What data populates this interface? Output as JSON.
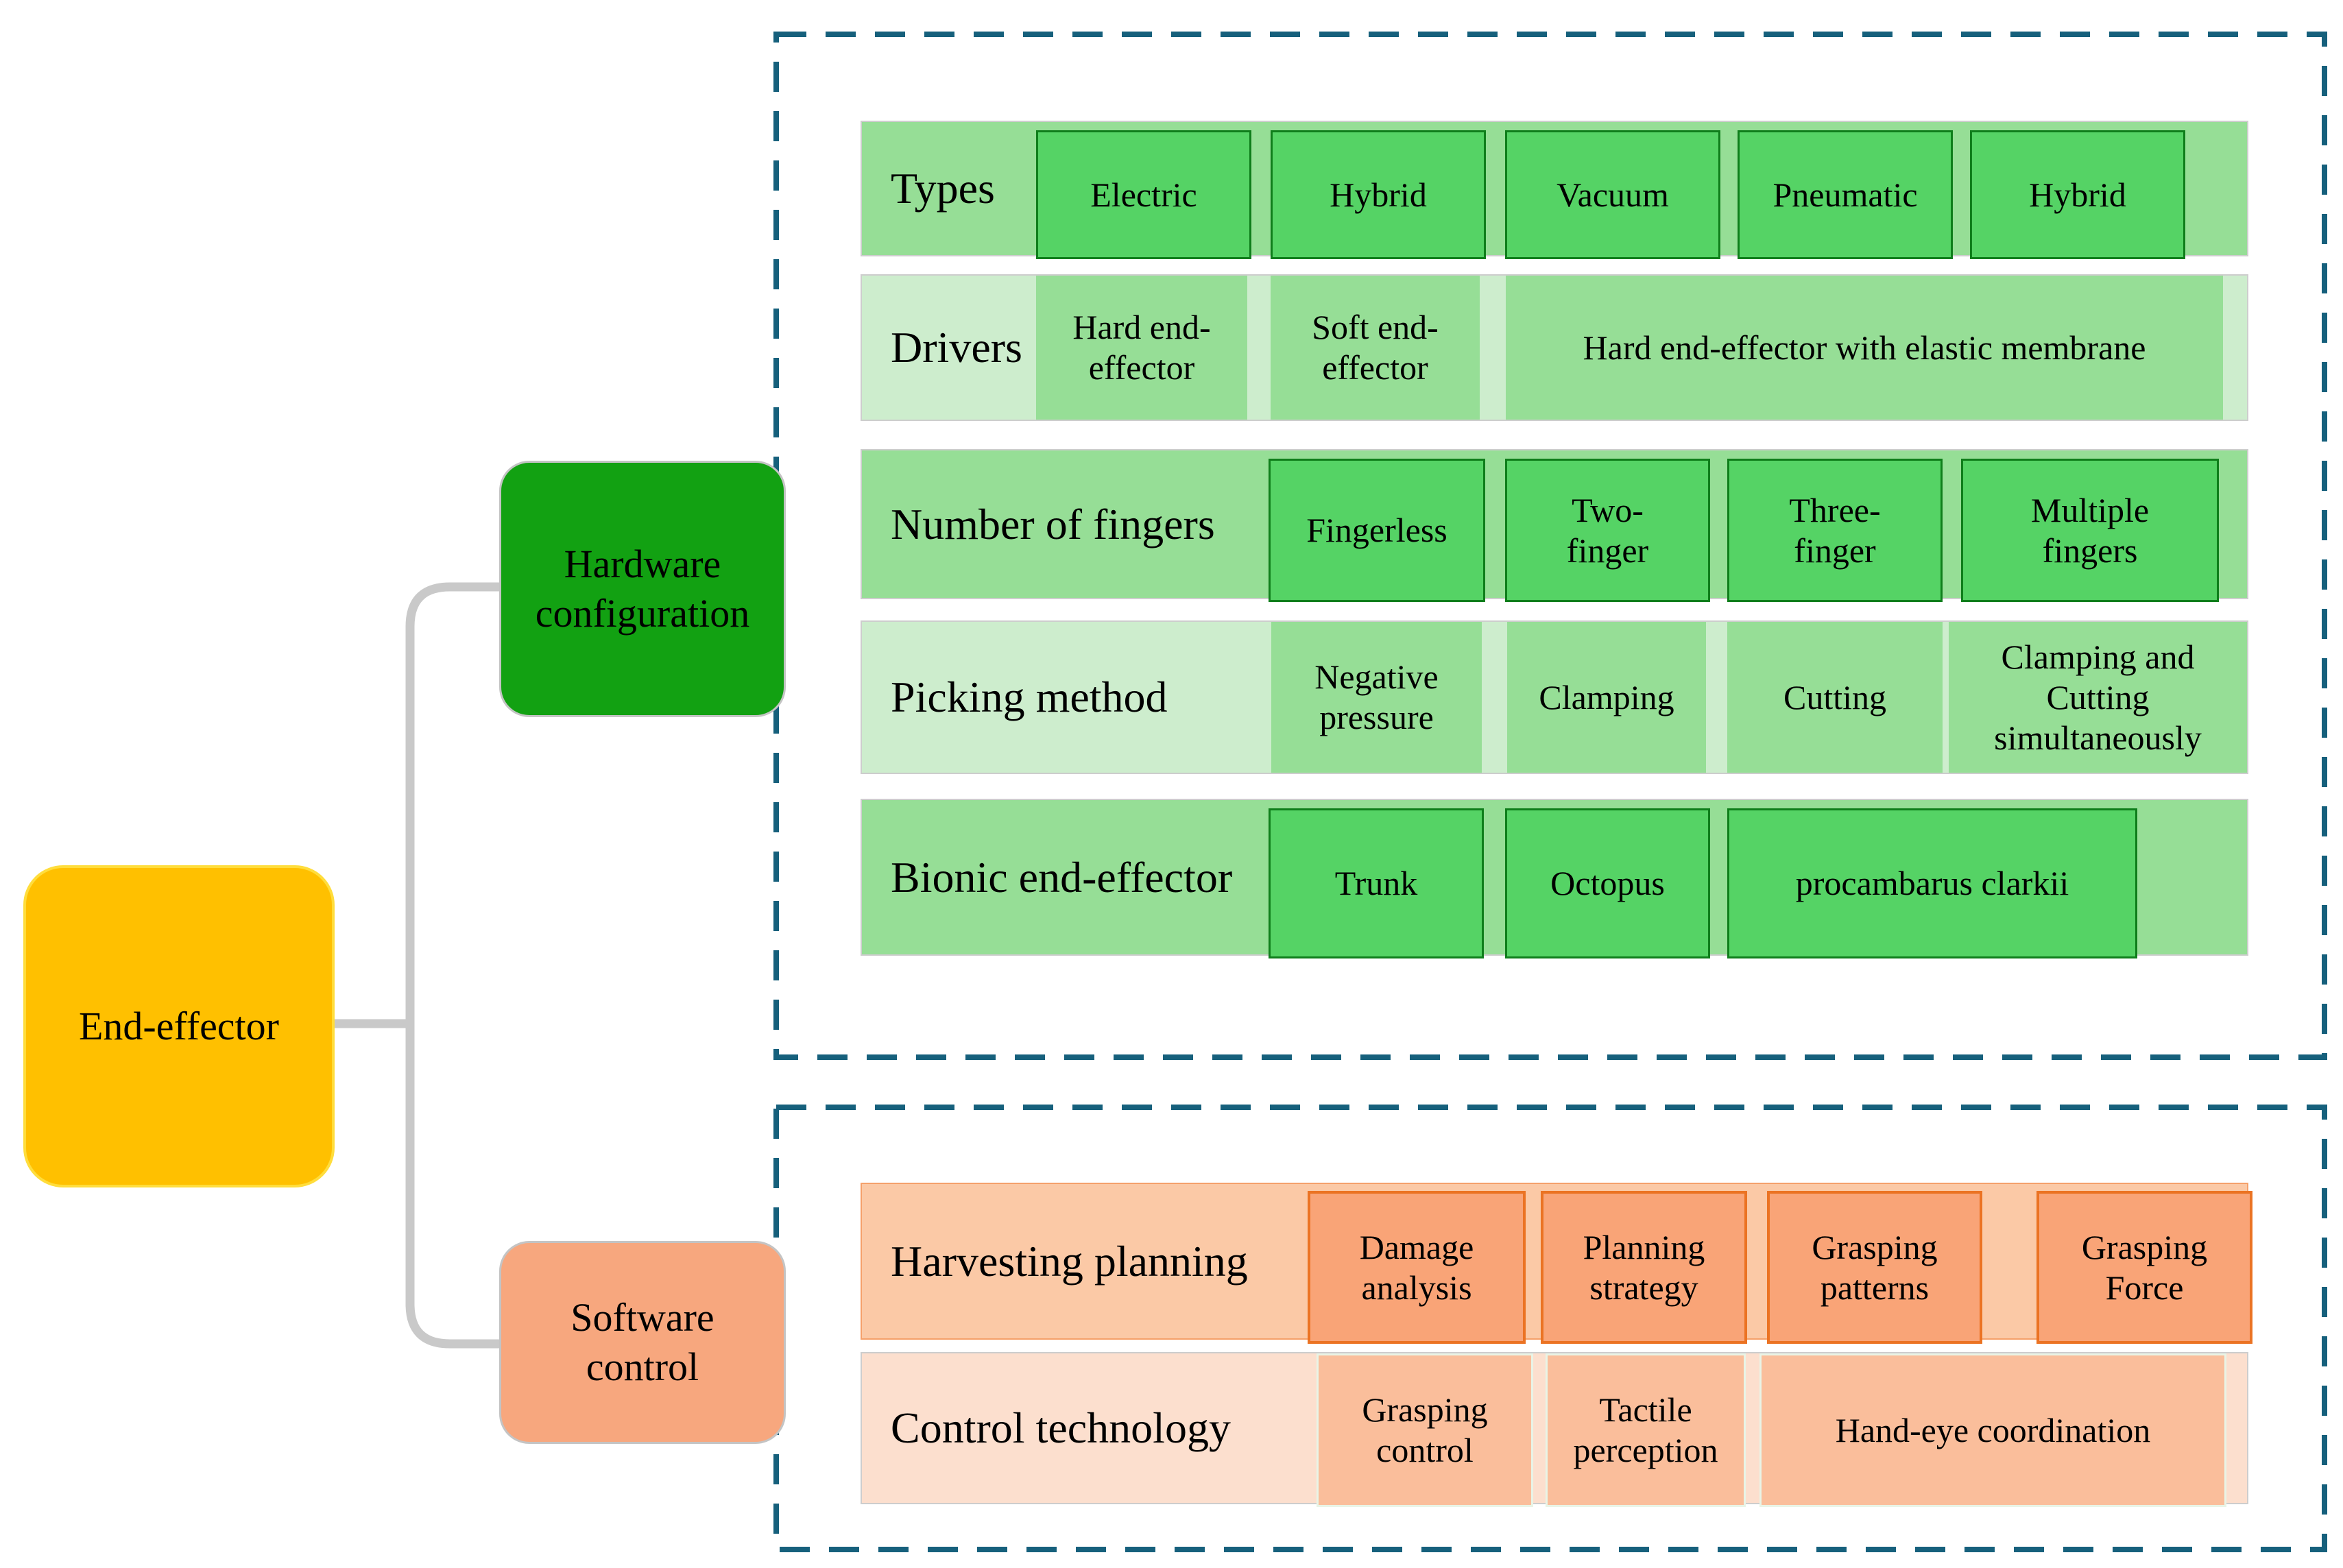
{
  "root_node": {
    "label": "End-effector"
  },
  "hardware_node": {
    "label": "Hardware configuration"
  },
  "software_node": {
    "label": "Software control"
  },
  "hardware_section": {
    "rows": [
      {
        "label": "Types",
        "cells": [
          "Electric",
          "Hybrid",
          "Vacuum",
          "Pneumatic",
          "Hybrid"
        ]
      },
      {
        "label": "Drivers",
        "cells": [
          "Hard end-effector",
          "Soft end-effector",
          "Hard end-effector with elastic membrane"
        ]
      },
      {
        "label": "Number of fingers",
        "cells": [
          "Fingerless",
          "Two-finger",
          "Three-finger",
          "Multiple fingers"
        ]
      },
      {
        "label": "Picking method",
        "cells": [
          "Negative pressure",
          "Clamping",
          "Cutting",
          "Clamping and Cutting simultaneously"
        ]
      },
      {
        "label": "Bionic end-effector",
        "cells": [
          "Trunk",
          "Octopus",
          "procambarus clarkii"
        ]
      }
    ]
  },
  "software_section": {
    "rows": [
      {
        "label": "Harvesting planning",
        "cells": [
          "Damage analysis",
          "Planning strategy",
          "Grasping patterns",
          "Grasping Force"
        ]
      },
      {
        "label": "Control technology",
        "cells": [
          "Grasping control",
          "Tactile perception",
          "Hand-eye coordination"
        ]
      }
    ]
  },
  "colors": {
    "root_fill": "#FFC000",
    "hardware_node_fill": "#12A112",
    "software_node_fill": "#F7A77E",
    "row_green_dark": "#96DE96",
    "row_green_light": "#CDEDCD",
    "cell_green_bright": "#55D365",
    "cell_green_border": "#0F7E1B",
    "row_orange_dark": "#FBC9A6",
    "row_orange_light": "#FCDFCE",
    "cell_orange_bright": "#F9A477",
    "cell_orange_border": "#EB7323",
    "dashed_outline": "#16607C",
    "connector_gray": "#C9C9C9"
  }
}
